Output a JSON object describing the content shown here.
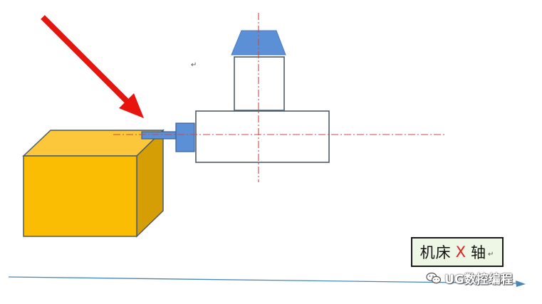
{
  "axis_label": {
    "prefix": "机床",
    "letter": "X",
    "suffix": "轴"
  },
  "watermark": {
    "text": "UG数控编程",
    "icon": "wechat-icon"
  },
  "colors": {
    "arrow": "#e8140e",
    "workpiece_front": "#fbbd04",
    "workpiece_top": "#fcc73a",
    "workpiece_side": "#d49e04",
    "tool_blue": "#5b8fd6",
    "centerline": "#d04848",
    "axis_line": "#4a86b8",
    "label_bg": "#eef6e6"
  }
}
